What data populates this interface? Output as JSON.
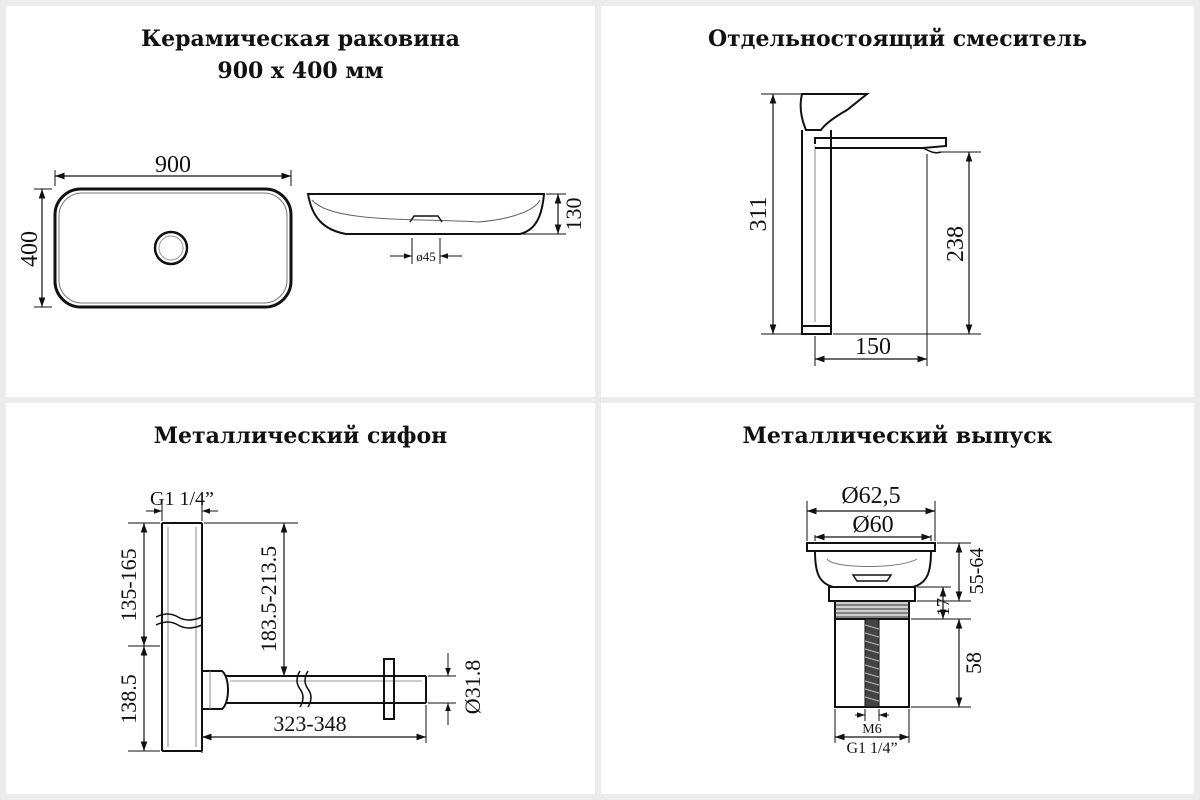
{
  "sink": {
    "title_line1": "Керамическая раковина",
    "title_line2": "900 х 400 мм",
    "width": "900",
    "depth": "400",
    "height": "130",
    "drain_diameter": "ø45"
  },
  "faucet": {
    "title": "Отдельностоящий смеситель",
    "total_height": "311",
    "spout_height": "238",
    "spout_reach": "150"
  },
  "siphon": {
    "title": "Металлический сифон",
    "thread": "G1 1/4”",
    "upper_height": "135-165",
    "lower_height": "138.5",
    "drop": "183.5-213.5",
    "length": "323-348",
    "outlet_diameter": "Ø31.8"
  },
  "drain": {
    "title": "Металлический выпуск",
    "outer_diameter": "Ø62,5",
    "inner_diameter": "Ø60",
    "range": "55-64",
    "flange": "17",
    "thread_length": "58",
    "screw": "M6",
    "thread": "G1 1/4”"
  }
}
